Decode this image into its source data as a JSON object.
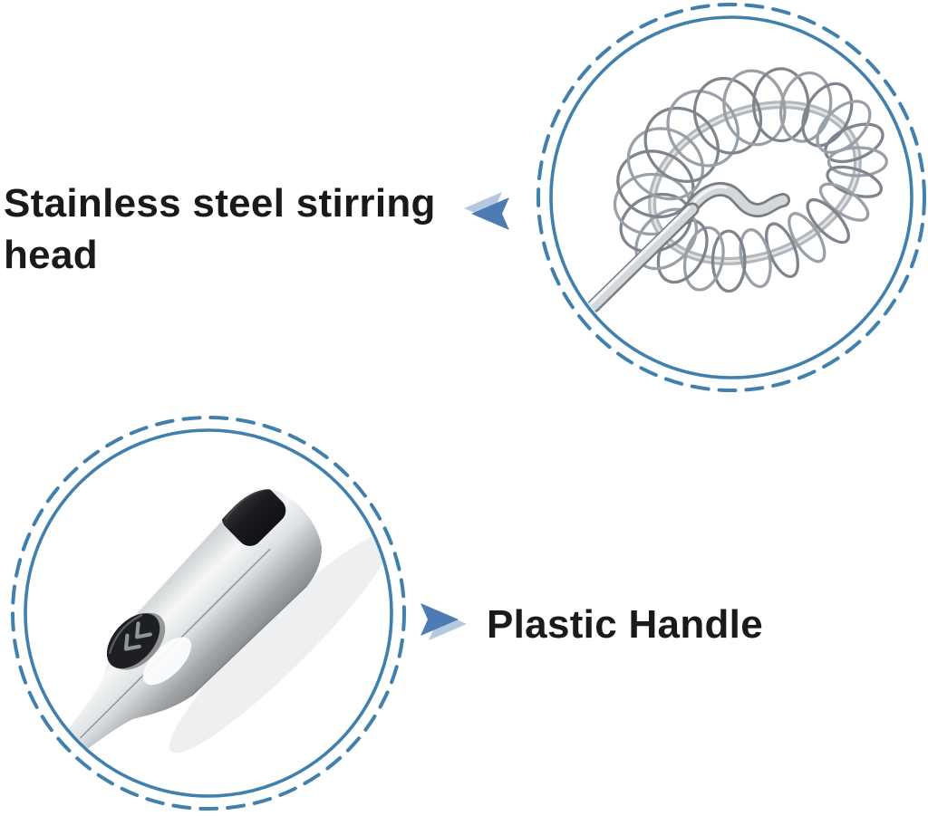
{
  "callouts": {
    "head": {
      "label": "Stainless steel stirring head",
      "arrow_icon": "arrow-left-icon",
      "photo": "stainless steel spring whisk head"
    },
    "handle": {
      "label": "Plastic Handle",
      "arrow_icon": "arrow-right-icon",
      "photo": "silver plastic handle with black button"
    }
  },
  "colors": {
    "accent_blue": "#4180ad",
    "arrow_main": "#4e7bb3",
    "arrow_light": "#b5c8e0",
    "text_color": "#1a1a1a",
    "background": "#ffffff"
  }
}
